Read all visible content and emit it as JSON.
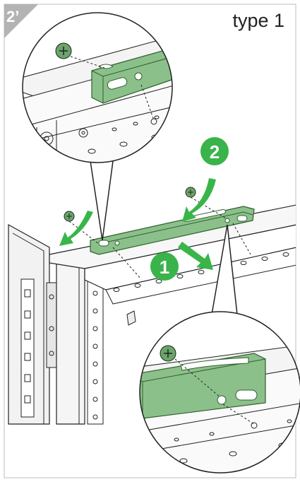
{
  "step_label": "2’",
  "type_label": "type 1",
  "markers": [
    {
      "label": "1"
    },
    {
      "label": "2"
    }
  ],
  "colors": {
    "bracket": "#8cc08a",
    "bracket_dark": "#4f8a4f",
    "arrow": "#39b54a",
    "marker_bg": "#3ab34a",
    "step_corner": "#b3b3b3",
    "line": "#222222"
  }
}
